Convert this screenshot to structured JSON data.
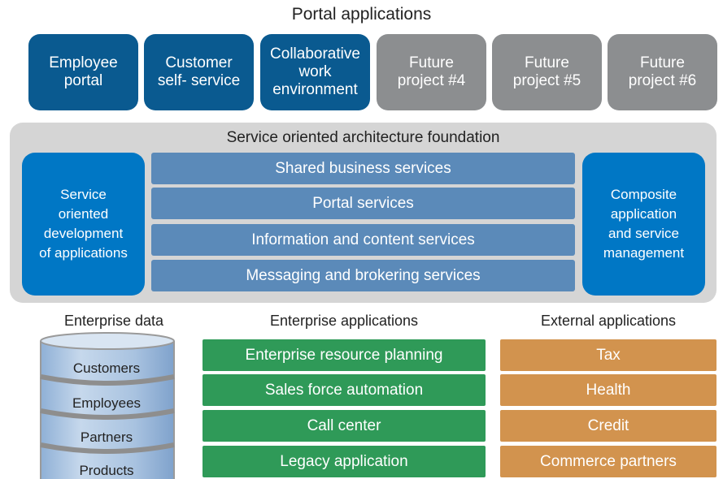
{
  "portal_heading": "Portal applications",
  "portals": [
    {
      "label": "Employee\nportal",
      "state": "active"
    },
    {
      "label": "Customer\nself- service",
      "state": "active"
    },
    {
      "label": "Collaborative\nwork\nenvironment",
      "state": "active"
    },
    {
      "label": "Future\nproject #4",
      "state": "future"
    },
    {
      "label": "Future\nproject #5",
      "state": "future"
    },
    {
      "label": "Future\nproject #6",
      "state": "future"
    }
  ],
  "soa": {
    "title": "Service oriented architecture foundation",
    "left": "Service\noriented\ndevelopment\nof applications",
    "right": "Composite\napplication\nand service\nmanagement",
    "services": [
      "Shared business services",
      "Portal services",
      "Information and content services",
      "Messaging and brokering services"
    ]
  },
  "enterprise_data": {
    "heading": "Enterprise data",
    "items": [
      "Customers",
      "Employees",
      "Partners",
      "Products"
    ]
  },
  "enterprise_apps": {
    "heading": "Enterprise applications",
    "items": [
      "Enterprise resource planning",
      "Sales force automation",
      "Call center",
      "Legacy application"
    ]
  },
  "external_apps": {
    "heading": "External applications",
    "items": [
      "Tax",
      "Health",
      "Credit",
      "Commerce partners"
    ]
  },
  "colors": {
    "portal_active": "#0a5a90",
    "portal_future": "#8c8e90",
    "soa_side": "#0077c5",
    "soa_service": "#5b8ab9",
    "enterprise_app": "#2f9a58",
    "external_app": "#d2934e",
    "database": "#a9c3e0"
  }
}
